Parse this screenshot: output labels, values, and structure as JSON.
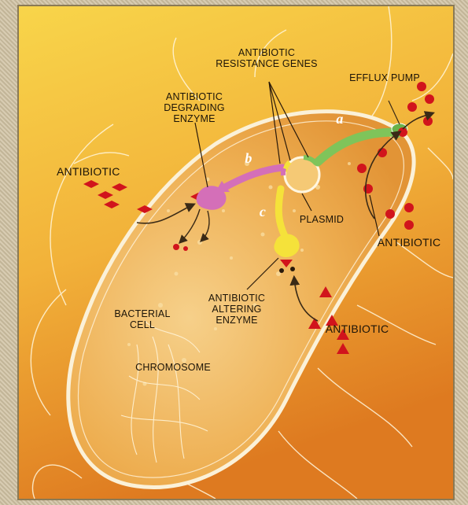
{
  "diagram": {
    "labels": {
      "antibiotic_resistance_genes": "ANTIBIOTIC RESISTANCE GENES",
      "efflux_pump": "EFFLUX PUMP",
      "antibiotic_degrading_enzyme": "ANTIBIOTIC DEGRADING ENZYME",
      "antibiotic_left": "ANTIBIOTIC",
      "plasmid": "PLASMID",
      "antibiotic_right": "ANTIBIOTIC",
      "antibiotic_altering_enzyme": "ANTIBIOTIC ALTERING ENZYME",
      "antibiotic_bottom": "ANTIBIOTIC",
      "bacterial_cell": "BACTERIAL CELL",
      "chromosome": "CHROMOSOME"
    },
    "pathways": {
      "a": "a",
      "b": "b",
      "c": "c"
    },
    "colors": {
      "background_top": "#f6c936",
      "background_bottom": "#e07f22",
      "cell_body": "#f0b55a",
      "antibiotic": "#d1141c",
      "efflux_arrow": "#7fc45a",
      "degrading_arrow": "#d46fb8",
      "altering_arrow": "#f5e23a"
    }
  }
}
